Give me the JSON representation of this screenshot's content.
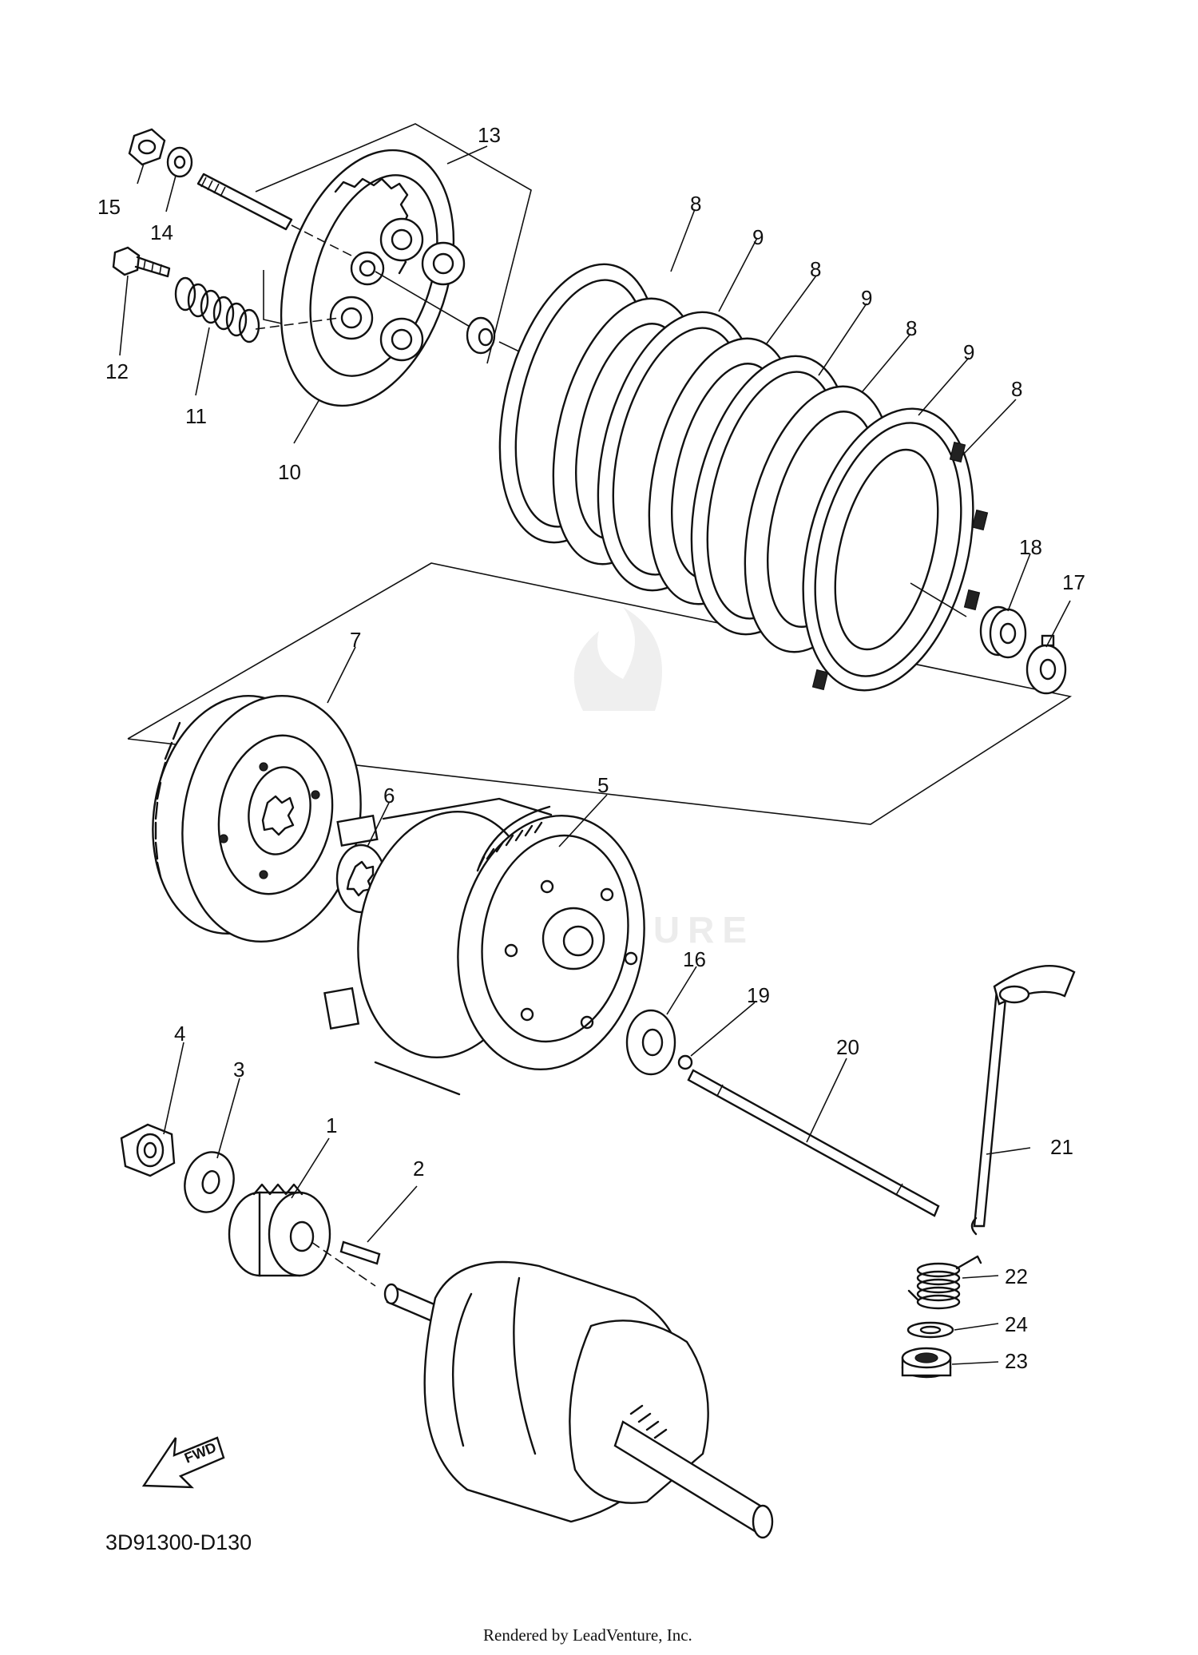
{
  "diagram": {
    "document_number": "3D91300-D130",
    "footer": "Rendered by LeadVenture, Inc.",
    "watermark": "LEADVENTURE",
    "direction_arrow": {
      "label": "FWD",
      "icon": "fwd-arrow-icon"
    },
    "callouts": {
      "c1": "1",
      "c2": "2",
      "c3": "3",
      "c4": "4",
      "c5": "5",
      "c6": "6",
      "c7": "7",
      "c8a": "8",
      "c8b": "8",
      "c8c": "8",
      "c8d": "8",
      "c9a": "9",
      "c9b": "9",
      "c9c": "9",
      "c10": "10",
      "c11": "11",
      "c12": "12",
      "c13": "13",
      "c14": "14",
      "c15": "15",
      "c16": "16",
      "c17": "17",
      "c18": "18",
      "c19": "19",
      "c20": "20",
      "c21": "21",
      "c22": "22",
      "c23": "23",
      "c24": "24"
    }
  }
}
